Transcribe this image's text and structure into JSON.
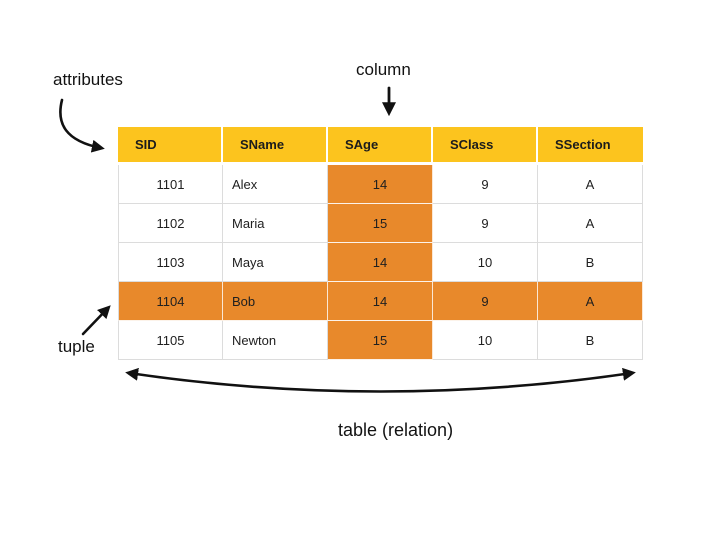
{
  "diagram": {
    "annotations": {
      "attributes_label": "attributes",
      "column_label": "column",
      "tuple_label": "tuple",
      "table_label": "table (relation)"
    },
    "table": {
      "headers": [
        "SID",
        "SName",
        "SAge",
        "SClass",
        "SSection"
      ],
      "rows": [
        [
          "1101",
          "Alex",
          "14",
          "9",
          "A"
        ],
        [
          "1102",
          "Maria",
          "15",
          "9",
          "A"
        ],
        [
          "1103",
          "Maya",
          "14",
          "10",
          "B"
        ],
        [
          "1104",
          "Bob",
          "14",
          "9",
          "A"
        ],
        [
          "1105",
          "Newton",
          "15",
          "10",
          "B"
        ]
      ],
      "highlighted_column": "SAge",
      "highlighted_column_index": 2,
      "highlighted_row_index": 3
    },
    "colors": {
      "header_bg": "#FCC41E",
      "highlight_bg": "#E8892B",
      "grid": "#DCDCDC",
      "arrow": "#111111",
      "background": "#FFFFFF"
    }
  }
}
